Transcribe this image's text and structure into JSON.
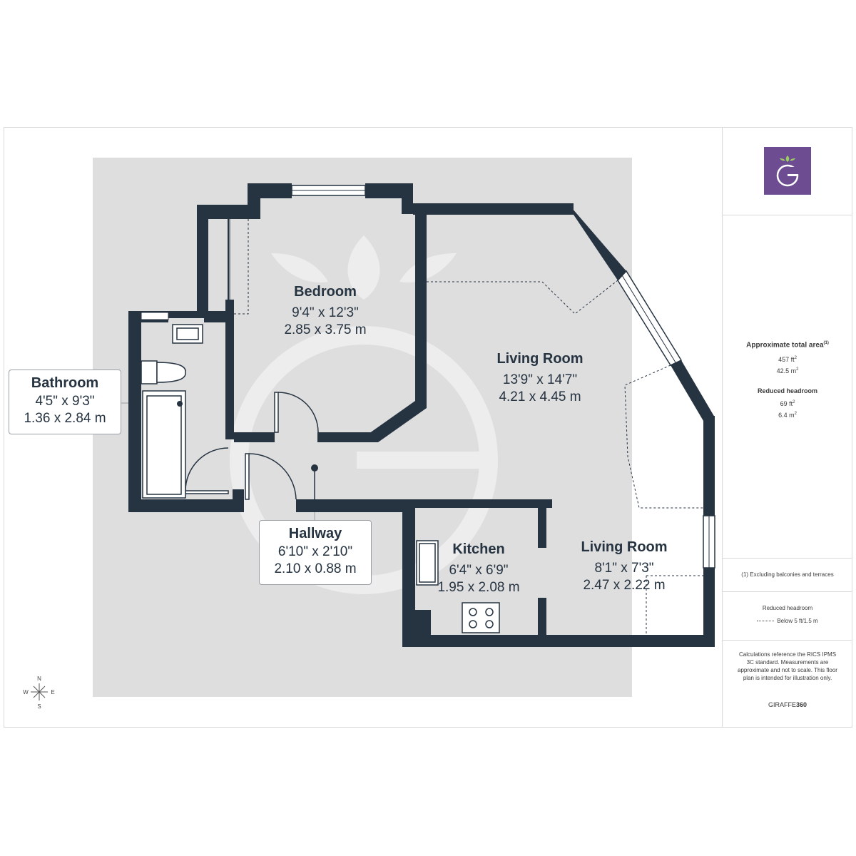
{
  "rooms": {
    "bedroom": {
      "name": "Bedroom",
      "imperial": "9'4\" x 12'3\"",
      "metric": "2.85 x 3.75 m"
    },
    "living_main": {
      "name": "Living Room",
      "imperial": "13'9\" x 14'7\"",
      "metric": "4.21 x 4.45 m"
    },
    "bathroom": {
      "name": "Bathroom",
      "imperial": "4'5\" x 9'3\"",
      "metric": "1.36 x 2.84 m"
    },
    "hallway": {
      "name": "Hallway",
      "imperial": "6'10\" x 2'10\"",
      "metric": "2.10 x 0.88 m"
    },
    "kitchen": {
      "name": "Kitchen",
      "imperial": "6'4\" x 6'9\"",
      "metric": "1.95 x 2.08 m"
    },
    "living_small": {
      "name": "Living Room",
      "imperial": "8'1\" x 7'3\"",
      "metric": "2.47 x 2.22 m"
    }
  },
  "compass": {
    "n": "N",
    "s": "S",
    "e": "E",
    "w": "W"
  },
  "sidebar": {
    "total_area_title": "Approximate total area",
    "total_area_note_ref": "(1)",
    "total_area_ft": "457 ft",
    "total_area_m": "42.5 m",
    "squared": "2",
    "reduced_title": "Reduced headroom",
    "reduced_ft": "69 ft",
    "reduced_m": "6.4 m",
    "footnote": "(1) Excluding balconies and terraces",
    "legend_title": "Reduced headroom",
    "legend_item": "Below 5 ft/1.5 m",
    "disclaimer": "Calculations reference the RICS IPMS 3C standard. Measurements are approximate and not to scale. This floor plan is intended for illustration only.",
    "brand_light": "GIRAFFE",
    "brand_bold": "360"
  },
  "colors": {
    "wall": "#263341",
    "floor": "#dedede",
    "brand": "#6d4c91"
  }
}
